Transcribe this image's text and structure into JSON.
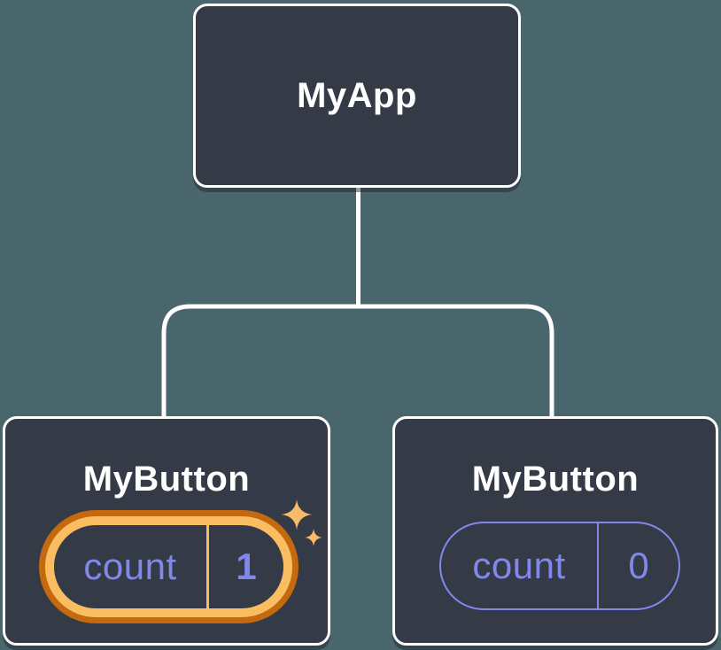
{
  "colors": {
    "background": "#4A666D",
    "box_fill": "#343B46",
    "box_border": "#FFFFFF",
    "connector": "#FFFFFF",
    "state_purple": "#8288EA",
    "highlight_light": "#FABD62",
    "highlight_dark": "#C4690F",
    "sparkle": "#F8BC68",
    "title_text": "#FFFFFF"
  },
  "tree": {
    "root": {
      "label": "MyApp"
    },
    "children": [
      {
        "label": "MyButton",
        "highlighted": true,
        "state": {
          "key": "count",
          "value": "1"
        }
      },
      {
        "label": "MyButton",
        "highlighted": false,
        "state": {
          "key": "count",
          "value": "0"
        }
      }
    ]
  }
}
